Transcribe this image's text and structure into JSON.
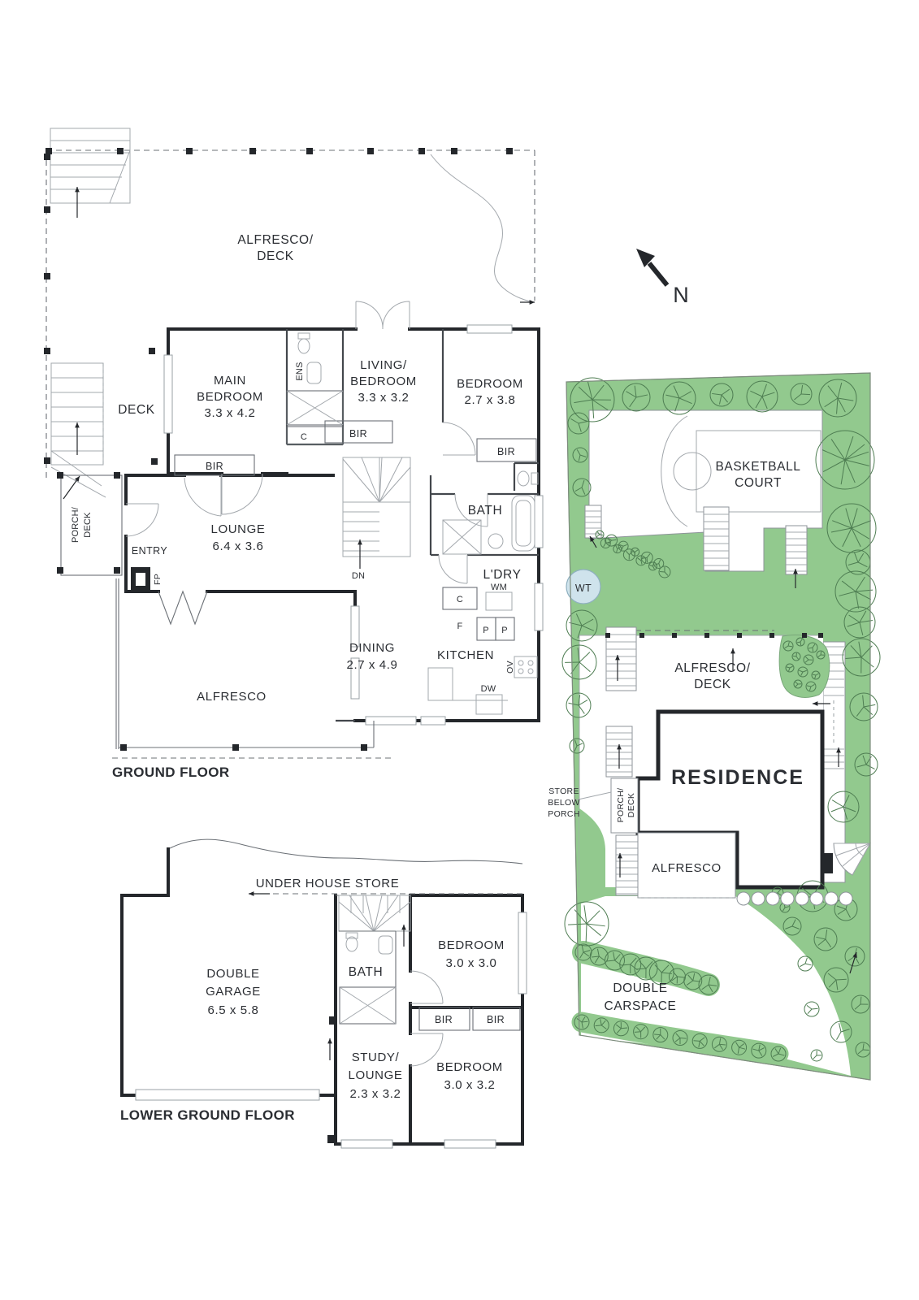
{
  "common": {
    "bir": "BIR",
    "bath": "BATH",
    "alfresco": "ALFRESCO",
    "deck": "DECK",
    "c": "C",
    "f": "F",
    "p": "P",
    "wm": "WM",
    "dw": "DW",
    "ov": "OV",
    "ens": "ENS",
    "fp": "FP",
    "dn": "DN",
    "porch": "PORCH/"
  },
  "ground_floor": {
    "title": "GROUND FLOOR",
    "alfresco_deck": [
      "ALFRESCO/",
      "DECK"
    ],
    "main_bedroom": [
      "MAIN",
      "BEDROOM",
      "3.3 x 4.2"
    ],
    "living_bedroom": [
      "LIVING/",
      "BEDROOM",
      "3.3 x 3.2"
    ],
    "bedroom": [
      "BEDROOM",
      "2.7 x 3.8"
    ],
    "lounge": [
      "LOUNGE",
      "6.4 x 3.6"
    ],
    "dining": [
      "DINING",
      "2.7 x 4.9"
    ],
    "kitchen": "KITCHEN",
    "entry": "ENTRY",
    "ldry": "L'DRY"
  },
  "lower_ground_floor": {
    "title": "LOWER GROUND FLOOR",
    "under_house_store": "UNDER HOUSE STORE",
    "garage": [
      "DOUBLE",
      "GARAGE",
      "6.5 x 5.8"
    ],
    "bedroom1": [
      "BEDROOM",
      "3.0 x 3.0"
    ],
    "study": [
      "STUDY/",
      "LOUNGE",
      "2.3 x 3.2"
    ],
    "bedroom2": [
      "BEDROOM",
      "3.0 x 3.2"
    ]
  },
  "site_plan": {
    "basketball_court": [
      "BASKETBALL",
      "COURT"
    ],
    "water_tank": "WT",
    "alfresco_deck": [
      "ALFRESCO/",
      "DECK"
    ],
    "residence": "RESIDENCE",
    "store_below_porch": [
      "STORE",
      "BELOW",
      "PORCH"
    ],
    "alfresco": "ALFRESCO",
    "double_carspace": [
      "DOUBLE",
      "CARSPACE"
    ],
    "north": "N"
  },
  "colors": {
    "grass": "#92c98e",
    "water_tank": "#cfe3ec",
    "wall": "#24272b"
  }
}
